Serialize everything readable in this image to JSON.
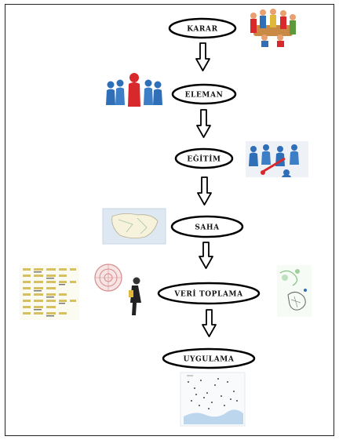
{
  "diagram": {
    "steps": [
      {
        "label": "KARAR"
      },
      {
        "label": "ELEMAN"
      },
      {
        "label": "EĞİTİM"
      },
      {
        "label": "SAHA"
      },
      {
        "label": "VERİ TOPLAMA"
      },
      {
        "label": "UYGULAMA"
      }
    ],
    "colors": {
      "border": "#222222",
      "ellipse_stroke": "#000000",
      "arrow_stroke": "#000000",
      "person_blue": "#2f6fb8",
      "person_red": "#d9282b"
    },
    "illustrations": [
      "meeting-people-icon",
      "team-leader-icon",
      "training-people-icon",
      "field-map-icon",
      "data-table-icon",
      "survey-person-icon",
      "data-sketch-icon",
      "scatter-map-icon"
    ]
  }
}
